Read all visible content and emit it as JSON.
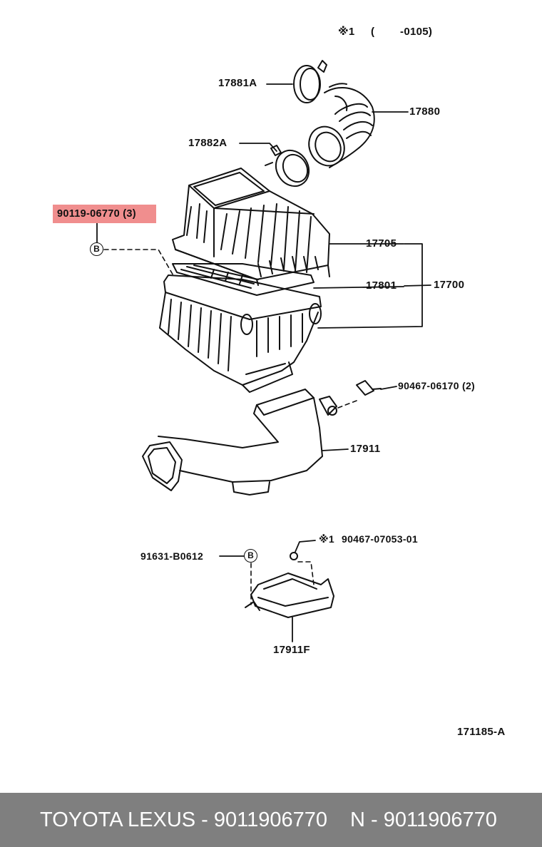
{
  "header_note": {
    "mark": "※1",
    "range": "(        -0105)"
  },
  "parts": {
    "p17881A": "17881A",
    "p17880": "17880",
    "p17882A": "17882A",
    "p90119": "90119-06770 (3)",
    "p17705": "17705",
    "p17801": "17801",
    "p17700": "17700",
    "p90467a": "90467-06170 (2)",
    "p17911": "17911",
    "p90467b_mark": "※1",
    "p90467b": "90467-07053-01",
    "p91631": "91631-B0612",
    "p17911F": "17911F"
  },
  "callout_b": "B",
  "drawing_id": "171185-A",
  "footer": {
    "brand_text": "TOYOTA LEXUS - 9011906770",
    "alt_text": "N - 9011906770"
  },
  "colors": {
    "highlight": "#f08e8e",
    "footer_bg": "#7f7f7f",
    "footer_text": "#ffffff",
    "line": "#111111"
  },
  "highlighted_part": "90119-06770 (3)"
}
